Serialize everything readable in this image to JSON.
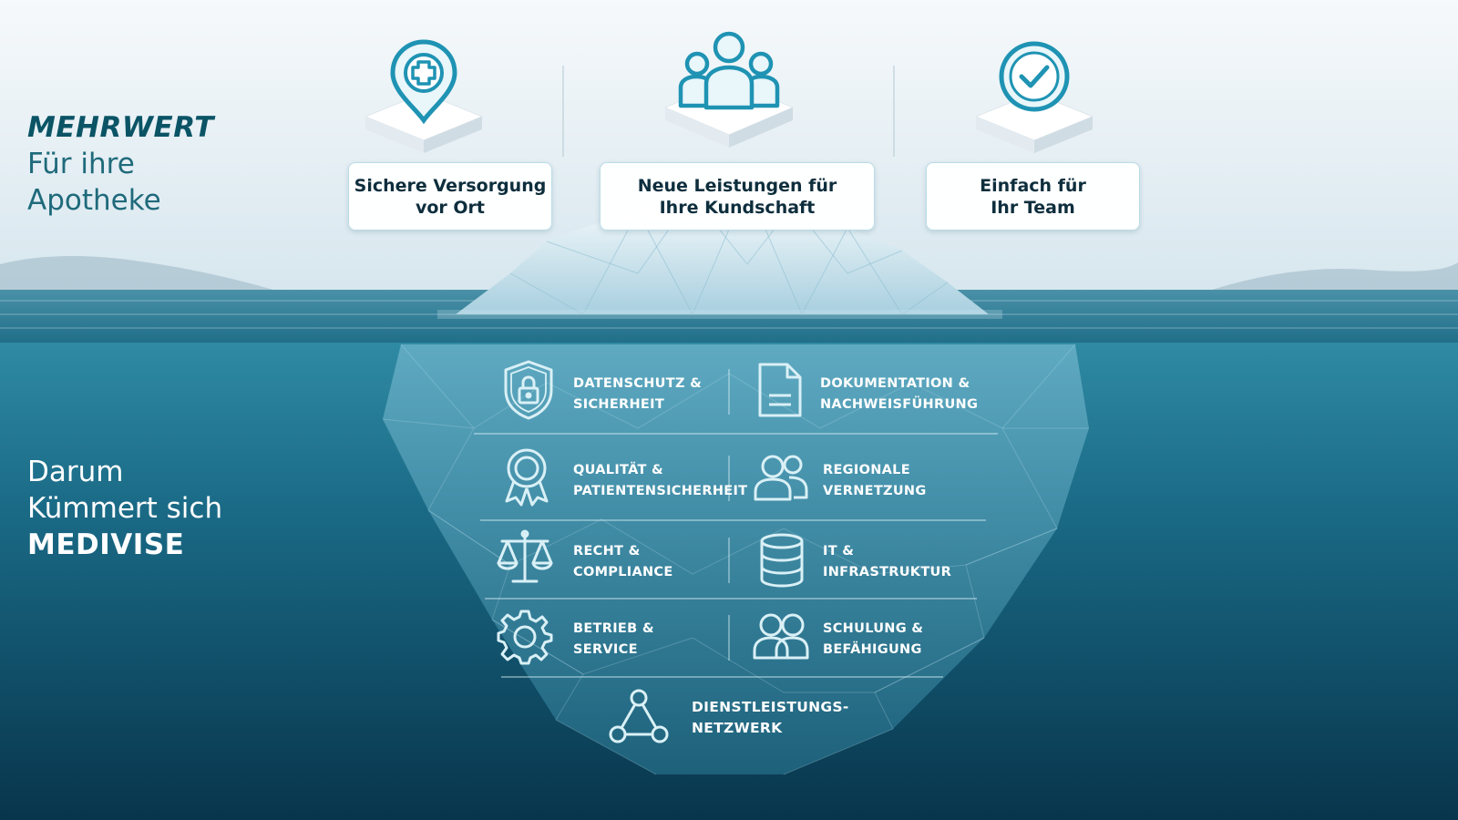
{
  "left_top": {
    "keyword": "MEHRWERT",
    "line1": "Für ihre",
    "line2": "Apotheke"
  },
  "left_bottom": {
    "line1": "Darum",
    "line2": "Kümmert sich",
    "brand": "MEDIVISE"
  },
  "value_cards": [
    {
      "icon": "location-plus-icon",
      "line1": "Sichere Versorgung",
      "line2": "vor Ort"
    },
    {
      "icon": "people-group-icon",
      "line1": "Neue Leistungen für",
      "line2": "Ihre Kundschaft"
    },
    {
      "icon": "check-circle-icon",
      "line1": "Einfach für",
      "line2": "Ihr Team"
    }
  ],
  "services": [
    {
      "icon": "shield-lock-icon",
      "line1": "DATENSCHUTZ &",
      "line2": "SICHERHEIT"
    },
    {
      "icon": "document-icon",
      "line1": "DOKUMENTATION &",
      "line2": "NACHWEISFÜHRUNG"
    },
    {
      "icon": "award-ribbon-icon",
      "line1": "QUALITÄT &",
      "line2": "PATIENTENSICHERHEIT"
    },
    {
      "icon": "users-icon",
      "line1": "REGIONALE",
      "line2": "VERNETZUNG"
    },
    {
      "icon": "scales-icon",
      "line1": "RECHT &",
      "line2": "COMPLIANCE"
    },
    {
      "icon": "database-icon",
      "line1": "IT &",
      "line2": "INFRASTRUKTUR"
    },
    {
      "icon": "gear-icon",
      "line1": "BETRIEB &",
      "line2": "SERVICE"
    },
    {
      "icon": "users-icon",
      "line1": "SCHULUNG &",
      "line2": "BEFÄHIGUNG"
    },
    {
      "icon": "network-icon",
      "line1": "DIENSTLEISTUNGS-",
      "line2": "NETZWERK"
    }
  ],
  "colors": {
    "sky_top": "#f4f8fb",
    "sky_bottom": "#dbe9f0",
    "water_top": "#2a7d96",
    "water_bottom": "#0a3f58",
    "accent": "#1e8fae",
    "heading": "#0b5466"
  }
}
